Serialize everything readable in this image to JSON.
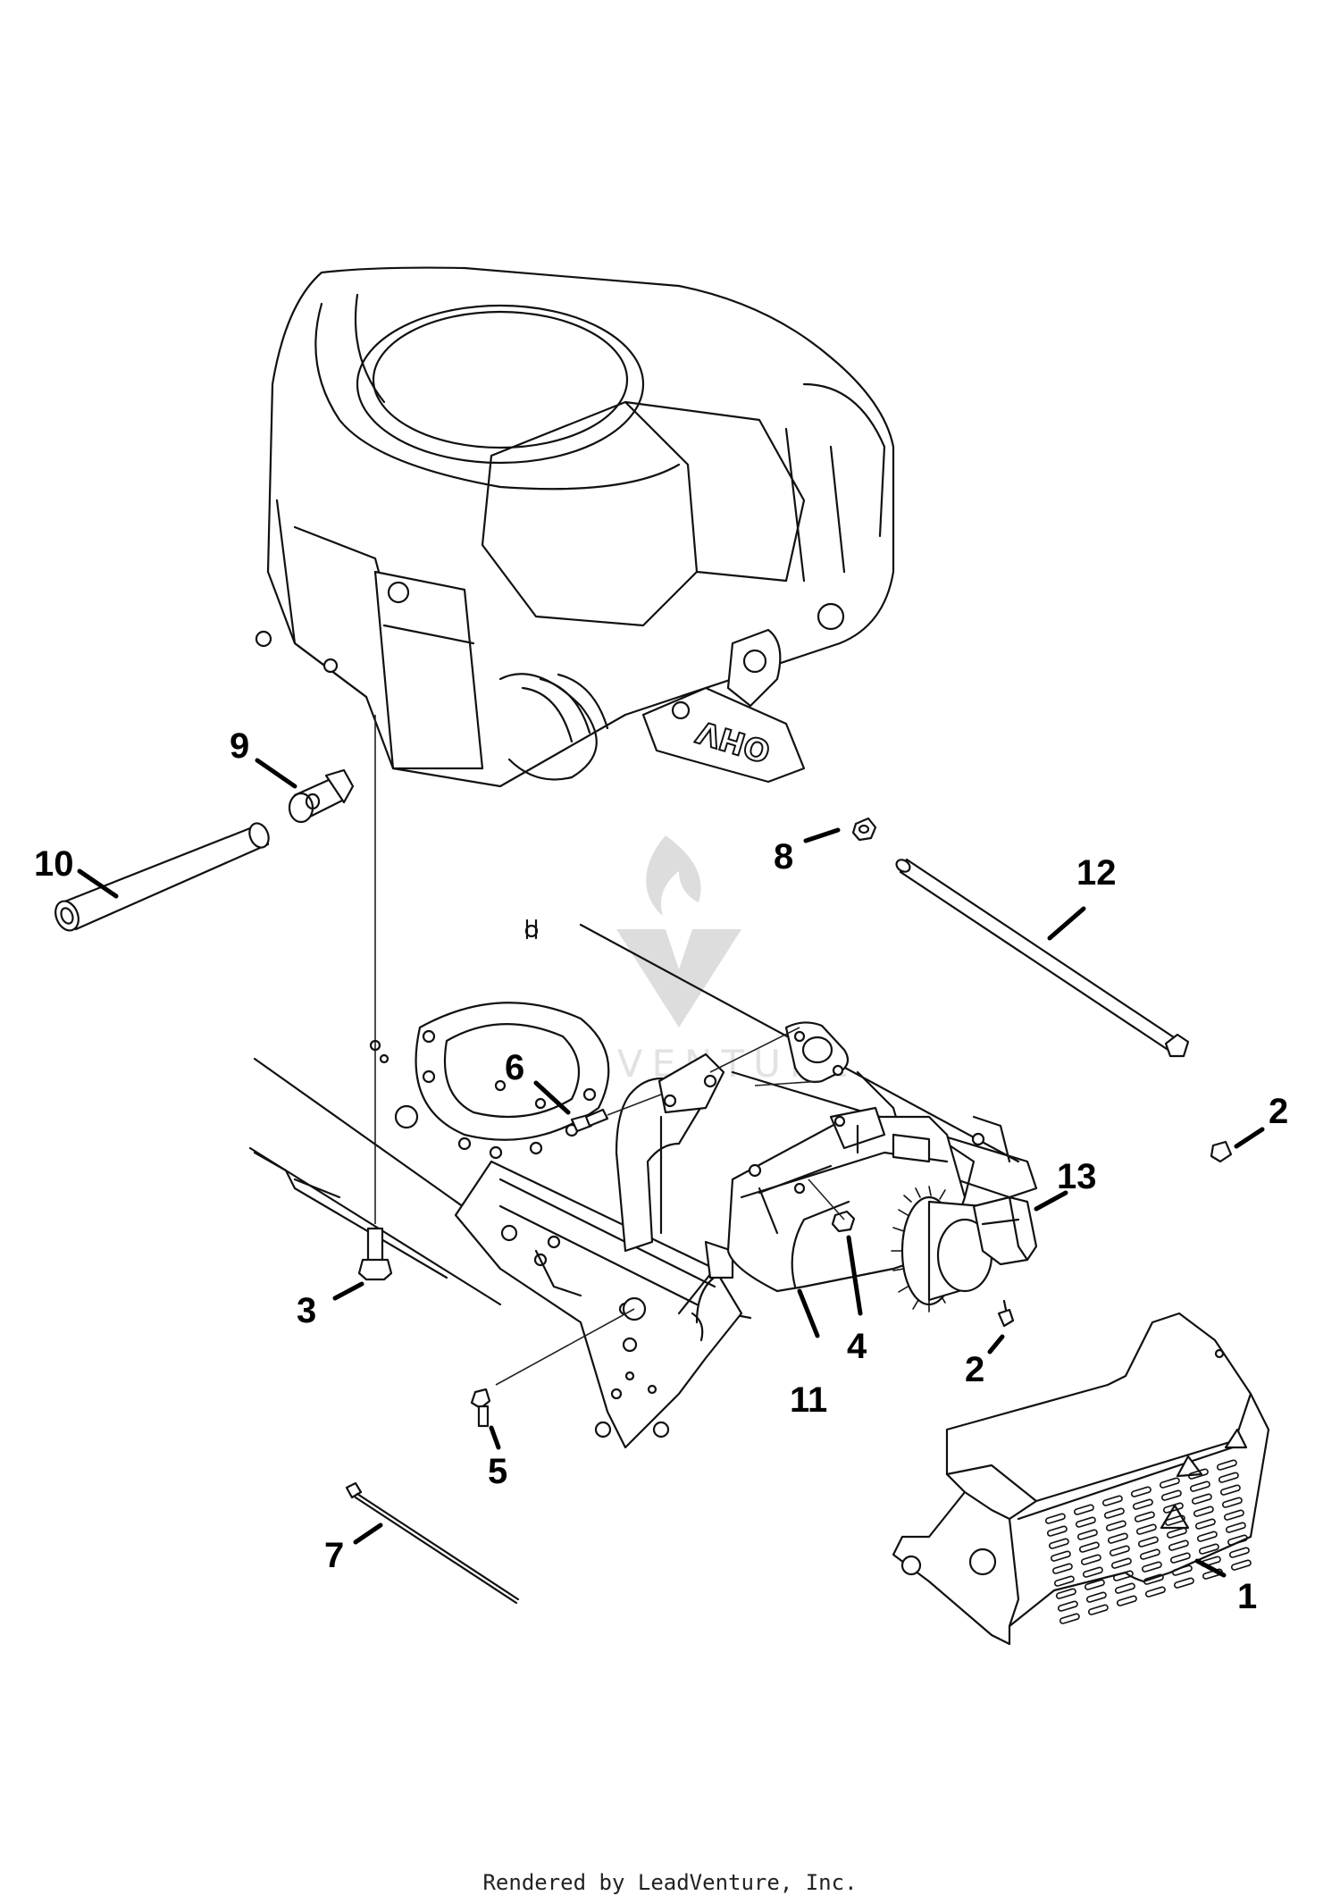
{
  "diagram": {
    "engine_marking": "OHV",
    "watermark_text": "LEADVENTURE",
    "callouts": [
      {
        "id": "c1",
        "label": "1",
        "part": "muffler-shield"
      },
      {
        "id": "c2a",
        "label": "2",
        "part": "screw"
      },
      {
        "id": "c2b",
        "label": "2",
        "part": "screw"
      },
      {
        "id": "c3",
        "label": "3",
        "part": "engine-bolt"
      },
      {
        "id": "c4",
        "label": "4",
        "part": "nut"
      },
      {
        "id": "c5",
        "label": "5",
        "part": "bolt"
      },
      {
        "id": "c6",
        "label": "6",
        "part": "bolt"
      },
      {
        "id": "c7",
        "label": "7",
        "part": "cable-tie"
      },
      {
        "id": "c8",
        "label": "8",
        "part": "nut"
      },
      {
        "id": "c9",
        "label": "9",
        "part": "oil-drain-valve"
      },
      {
        "id": "c10",
        "label": "10",
        "part": "oil-drain-tube"
      },
      {
        "id": "c11",
        "label": "11",
        "part": "muffler"
      },
      {
        "id": "c12",
        "label": "12",
        "part": "rod"
      },
      {
        "id": "c13",
        "label": "13",
        "part": "spark-arrestor"
      }
    ]
  },
  "footer": {
    "text": "Rendered by LeadVenture, Inc."
  }
}
